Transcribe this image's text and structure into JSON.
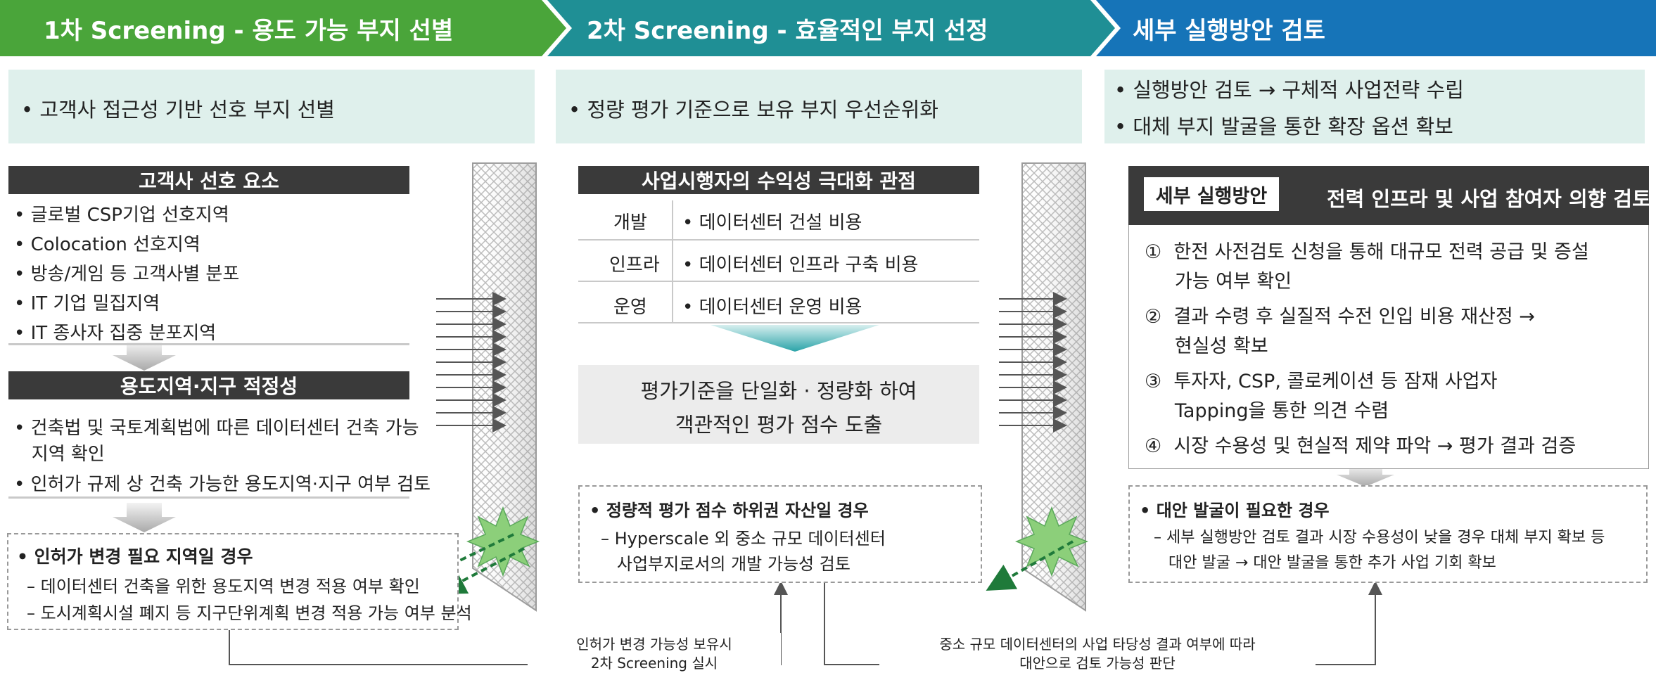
{
  "banners": [
    {
      "label": "1차 Screening  -  용도 가능 부지 선별",
      "color": "#4aa53a"
    },
    {
      "label": "2차 Screening  -  효율적인 부지 선정",
      "color": "#1f8f95"
    },
    {
      "label": "세부 실행방안 검토",
      "color": "#1674b8"
    }
  ],
  "col1": {
    "summary": "• 고객사 접근성 기반 선호 부지 선별",
    "pref_header": "고객사 선호 요소",
    "pref_items": [
      "• 글로벌 CSP기업 선호지역",
      "• Colocation 선호지역",
      "• 방송/게임 등 고객사별 분포",
      "• IT 기업 밀집지역",
      "• IT 종사자 집중 분포지역"
    ],
    "zone_header": "용도지역·지구 적정성",
    "zone_items": [
      "• 건축법 및 국토계획법에 따른 데이터센터 건축 가능",
      "   지역 확인",
      "• 인허가 규제 상 건축 가능한 용도지역·지구 여부 검토"
    ],
    "permit_title": "• 인허가 변경 필요 지역일 경우",
    "permit_items": [
      "– 데이터센터 건축을 위한 용도지역 변경 적용 여부 확인",
      "– 도시계획시설 폐지 등 지구단위계획 변경 적용 가능 여부 분석"
    ]
  },
  "col2": {
    "summary": "• 정량 평가 기준으로 보유 부지 우선순위화",
    "header": "사업시행자의 수익성 극대화 관점",
    "rows": [
      {
        "label": "개발",
        "value": "• 데이터센터 건설 비용"
      },
      {
        "label": "인프라",
        "value": "• 데이터센터 인프라 구축 비용"
      },
      {
        "label": "운영",
        "value": "• 데이터센터 운영 비용"
      }
    ],
    "result_line1": "평가기준을 단일화 · 정량화 하여",
    "result_line2": "객관적인 평가 점수 도출",
    "low_title": "• 정량적 평가 점수 하위권 자산일 경우",
    "low_items": [
      "– Hyperscale 외 중소 규모 데이터센터",
      "   사업부지로서의 개발 가능성 검토"
    ]
  },
  "col3": {
    "summary": [
      "• 실행방안 검토 → 구체적 사업전략 수립",
      "• 대체 부지 발굴을 통한 확장 옵션 확보"
    ],
    "tag": "세부 실행방안",
    "header": "전력 인프라 및 사업 참여자 의향 검토",
    "steps": [
      "①  한전 사전검토 신청을 통해 대규모 전력 공급 및 증설",
      "     가능 여부 확인",
      "②  결과 수령 후 실질적 수전 인입 비용 재산정 →",
      "     현실성 확보",
      "③  투자자, CSP, 콜로케이션 등 잠재 사업자",
      "     Tapping을 통한 의견 수렴",
      "④  시장 수용성 및 현실적 제약 파악 → 평가 결과 검증"
    ],
    "alt_title": "• 대안 발굴이 필요한 경우",
    "alt_items": [
      "– 세부 실행방안 검토 결과 시장 수용성이 낮을 경우 대체 부지 확보 등",
      "   대안 발굴 → 대안 발굴을 통한 추가 사업 기회 확보"
    ]
  },
  "flow_notes": {
    "note1_line1": "인허가 변경 가능성 보유시",
    "note1_line2": "2차 Screening 실시",
    "note2_line1": "중소 규모 데이터센터의 사업 타당성 결과 여부에 따라",
    "note2_line2": "대안으로 검토 가능성 판단"
  }
}
